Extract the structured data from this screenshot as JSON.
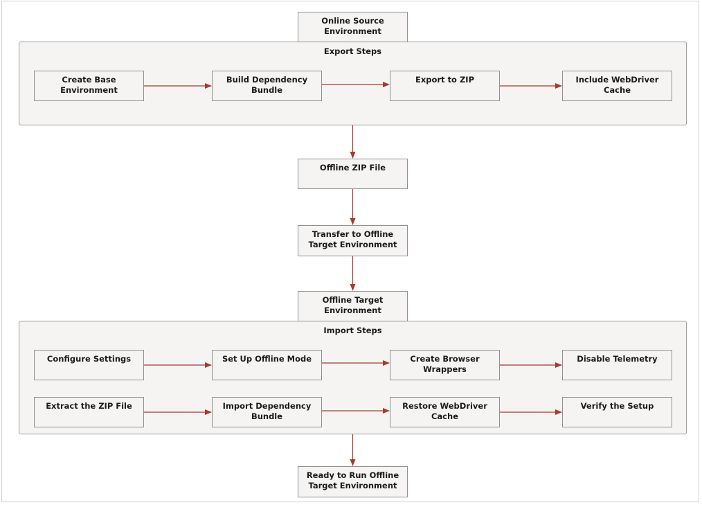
{
  "diagram": {
    "edge_color": "#a33a32",
    "groups": {
      "export": {
        "title": "Export Steps"
      },
      "import": {
        "title": "Import Steps"
      }
    },
    "nodes": {
      "online_source": "Online Source Environment",
      "create_base": "Create Base Environment",
      "build_bundle": "Build Dependency Bundle",
      "export_zip": "Export to ZIP",
      "include_cache": "Include WebDriver Cache",
      "offline_zip": "Offline ZIP File",
      "transfer": "Transfer to Offline Target Environment",
      "offline_target": "Offline Target Environment",
      "configure_settings": "Configure Settings",
      "offline_mode": "Set Up Offline Mode",
      "browser_wrappers": "Create Browser Wrappers",
      "disable_telemetry": "Disable Telemetry",
      "extract_zip": "Extract the ZIP File",
      "import_bundle": "Import Dependency Bundle",
      "restore_cache": "Restore WebDriver Cache",
      "verify_setup": "Verify the Setup",
      "ready": "Ready to Run Offline Target Environment"
    }
  }
}
